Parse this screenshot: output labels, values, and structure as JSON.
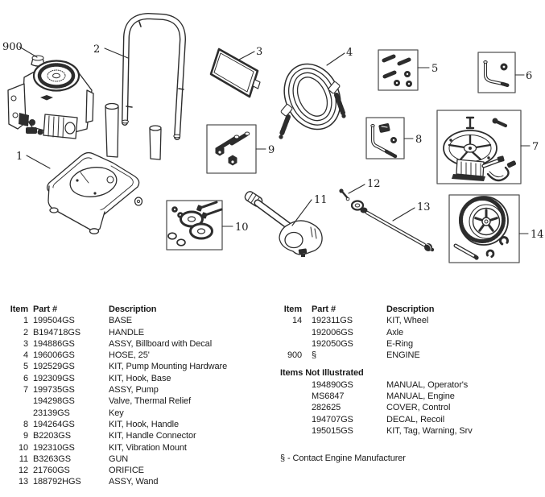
{
  "colors": {
    "ink": "#1a1a1a",
    "line": "#2d2d2d",
    "box_frame": "#555555",
    "background": "#ffffff"
  },
  "diagram": {
    "callouts": {
      "n900": "900",
      "n1": "1",
      "n2": "2",
      "n3": "3",
      "n4": "4",
      "n5": "5",
      "n6": "6",
      "n7": "7",
      "n8": "8",
      "n9": "9",
      "n10": "10",
      "n11": "11",
      "n12": "12",
      "n13": "13",
      "n14": "14"
    }
  },
  "parts_left": {
    "col_item": "Item",
    "col_part": "Part #",
    "col_desc": "Description",
    "rows": [
      [
        "1",
        "199504GS",
        "BASE"
      ],
      [
        "2",
        "B194718GS",
        "HANDLE"
      ],
      [
        "3",
        "194886GS",
        "ASSY, Billboard with Decal"
      ],
      [
        "4",
        "196006GS",
        "HOSE, 25'"
      ],
      [
        "5",
        "192529GS",
        "KIT, Pump Mounting Hardware"
      ],
      [
        "6",
        "192309GS",
        "KIT, Hook, Base"
      ],
      [
        "7",
        "199735GS",
        "ASSY, Pump"
      ],
      [
        "",
        "194298GS",
        "Valve, Thermal Relief"
      ],
      [
        "",
        "23139GS",
        "Key"
      ],
      [
        "8",
        "194264GS",
        "KIT, Hook, Handle"
      ],
      [
        "9",
        "B2203GS",
        "KIT, Handle Connector"
      ],
      [
        "10",
        "192310GS",
        "KIT, Vibration Mount"
      ],
      [
        "11",
        "B3263GS",
        "GUN"
      ],
      [
        "12",
        "21760GS",
        "ORIFICE"
      ],
      [
        "13",
        "188792HGS",
        "ASSY, Wand"
      ]
    ]
  },
  "parts_right": {
    "col_item": "Item",
    "col_part": "Part #",
    "col_desc": "Description",
    "rows": [
      [
        "14",
        "192311GS",
        "KIT, Wheel"
      ],
      [
        "",
        "192006GS",
        "Axle"
      ],
      [
        "",
        "192050GS",
        "E-Ring"
      ],
      [
        "900",
        "§",
        "ENGINE"
      ]
    ],
    "not_illustrated_title": "Items Not Illustrated",
    "not_illustrated_rows": [
      [
        "",
        "194890GS",
        "MANUAL, Operator's"
      ],
      [
        "",
        "MS6847",
        "MANUAL, Engine"
      ],
      [
        "",
        "282625",
        "COVER, Control"
      ],
      [
        "",
        "194707GS",
        "DECAL, Recoil"
      ],
      [
        "",
        "195015GS",
        "KIT, Tag, Warning, Srv"
      ]
    ],
    "footnote": "§ - Contact Engine Manufacturer"
  }
}
